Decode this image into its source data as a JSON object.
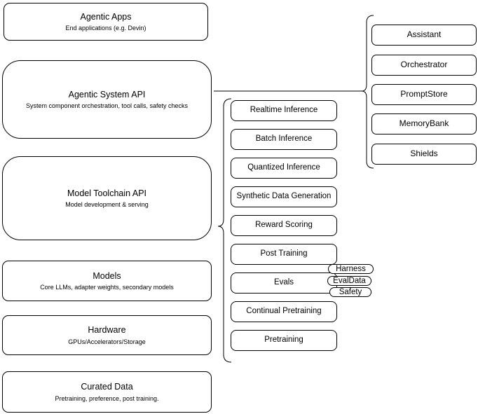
{
  "diagram": {
    "stack_layers": [
      {
        "title": "Agentic Apps",
        "subtitle": "End applications (e.g. Devin)"
      },
      {
        "title": "Agentic System API",
        "subtitle": "System component orchestration, tool calls, safety checks"
      },
      {
        "title": "Model Toolchain API",
        "subtitle": "Model development & serving"
      },
      {
        "title": "Models",
        "subtitle": "Core LLMs, adapter weights, secondary models"
      },
      {
        "title": "Hardware",
        "subtitle": "GPUs/Accelerators/Storage"
      },
      {
        "title": "Curated Data",
        "subtitle": "Pretraining, preference, post training."
      }
    ],
    "toolchain_capabilities": [
      "Realtime Inference",
      "Batch Inference",
      "Quantized Inference",
      "Synthetic Data Generation",
      "Reward Scoring",
      "Post Training",
      "Evals",
      "Continual Pretraining",
      "Pretraining"
    ],
    "eval_components": [
      "Harness",
      "EvalData",
      "Safety"
    ],
    "system_components": [
      "Assistant",
      "Orchestrator",
      "PromptStore",
      "MemoryBank",
      "Shields"
    ],
    "colors": {
      "stroke": "#000000",
      "fill": "#ffffff",
      "text": "#000000"
    }
  }
}
